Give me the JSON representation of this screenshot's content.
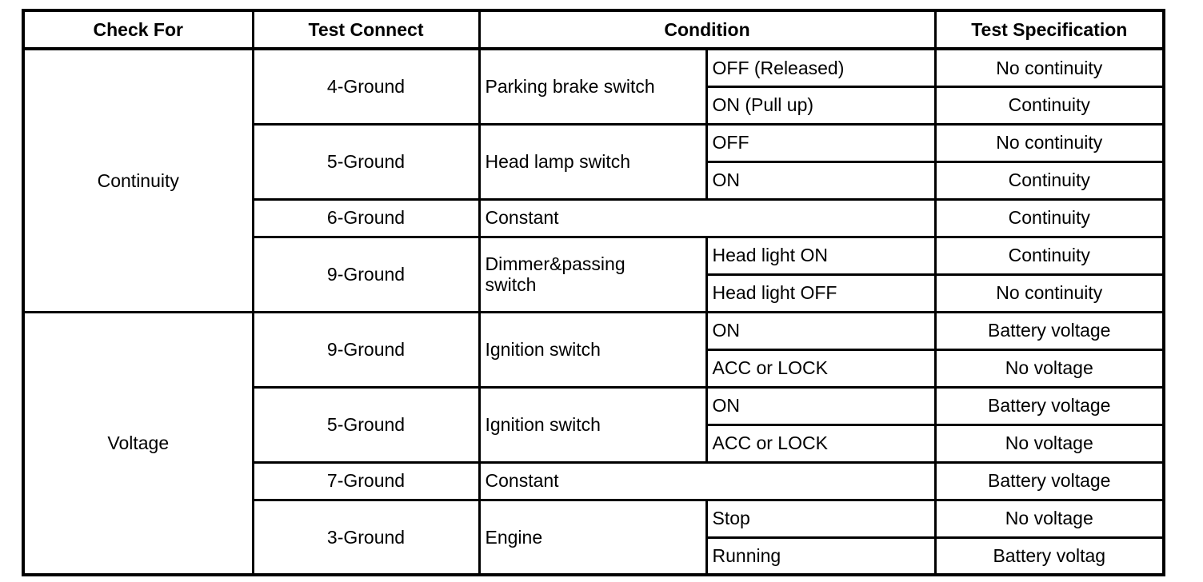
{
  "table": {
    "header": {
      "check_for": "Check For",
      "test_connect": "Test Connect",
      "condition": "Condition",
      "test_specification": "Test Specification"
    },
    "sections": [
      {
        "check_for": "Continuity",
        "groups": [
          {
            "test_connect": "4-Ground",
            "condition": "Parking brake switch",
            "cases": [
              {
                "state": "OFF (Released)",
                "spec": "No continuity"
              },
              {
                "state": "ON (Pull up)",
                "spec": "Continuity"
              }
            ]
          },
          {
            "test_connect": "5-Ground",
            "condition": "Head lamp switch",
            "cases": [
              {
                "state": "OFF",
                "spec": "No continuity"
              },
              {
                "state": "ON",
                "spec": "Continuity"
              }
            ]
          },
          {
            "test_connect": "6-Ground",
            "condition": "Constant",
            "cases": [
              {
                "spec": "Continuity"
              }
            ]
          },
          {
            "test_connect": "9-Ground",
            "condition": "Dimmer&passing\nswitch",
            "cases": [
              {
                "state": "Head light ON",
                "spec": "Continuity"
              },
              {
                "state": "Head light OFF",
                "spec": "No continuity"
              }
            ]
          }
        ]
      },
      {
        "check_for": "Voltage",
        "groups": [
          {
            "test_connect": "9-Ground",
            "condition": "Ignition switch",
            "cases": [
              {
                "state": "ON",
                "spec": "Battery voltage"
              },
              {
                "state": "ACC or LOCK",
                "spec": "No voltage"
              }
            ]
          },
          {
            "test_connect": "5-Ground",
            "condition": "Ignition switch",
            "cases": [
              {
                "state": "ON",
                "spec": "Battery voltage"
              },
              {
                "state": "ACC or LOCK",
                "spec": "No voltage"
              }
            ]
          },
          {
            "test_connect": "7-Ground",
            "condition": "Constant",
            "cases": [
              {
                "spec": "Battery voltage"
              }
            ]
          },
          {
            "test_connect": "3-Ground",
            "condition": "Engine",
            "cases": [
              {
                "state": "Stop",
                "spec": "No voltage"
              },
              {
                "state": "Running",
                "spec": "Battery voltag"
              }
            ]
          }
        ]
      }
    ]
  }
}
